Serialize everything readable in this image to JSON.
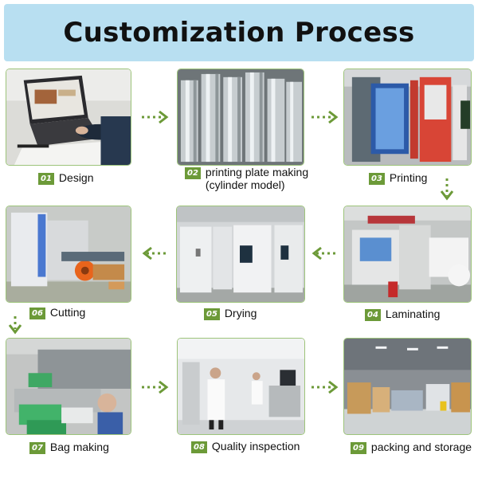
{
  "title": "Customization Process",
  "accent_color": "#6c9a38",
  "banner_color": "#b8dff1",
  "steps": [
    {
      "num": "01",
      "label": "Design"
    },
    {
      "num": "02",
      "label": "printing plate making",
      "label2": "(cylinder model)"
    },
    {
      "num": "03",
      "label": "Printing"
    },
    {
      "num": "04",
      "label": "Laminating"
    },
    {
      "num": "05",
      "label": "Drying"
    },
    {
      "num": "06",
      "label": "Cutting"
    },
    {
      "num": "07",
      "label": "Bag making"
    },
    {
      "num": "08",
      "label": "Quality inspection"
    },
    {
      "num": "09",
      "label": "packing and storage"
    }
  ]
}
